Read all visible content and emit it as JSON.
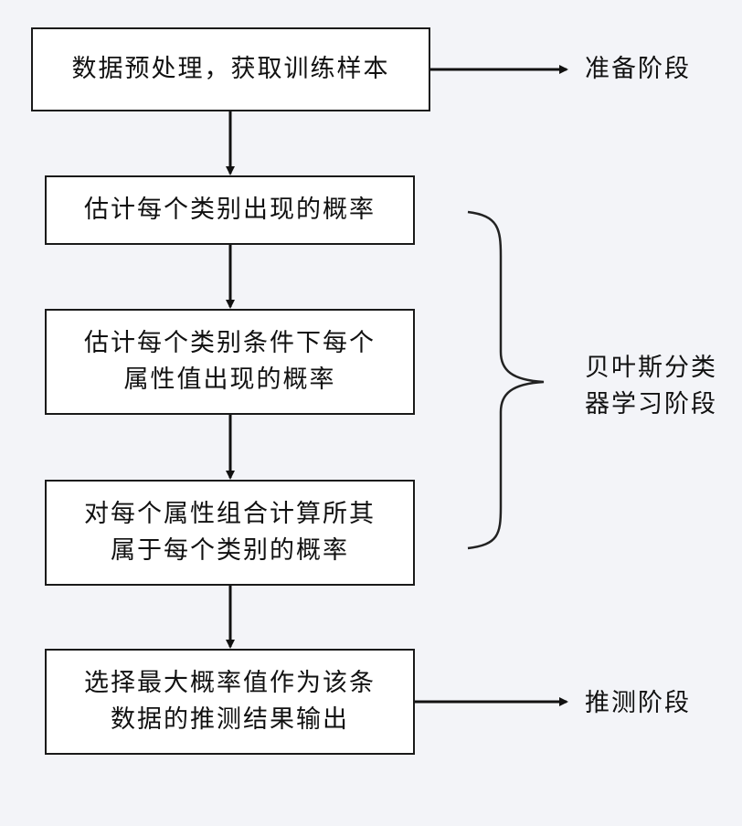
{
  "steps": [
    {
      "lines": [
        "数据预处理，获取训练样本"
      ]
    },
    {
      "lines": [
        "估计每个类别出现的概率"
      ]
    },
    {
      "lines": [
        "估计每个类别条件下每个",
        "属性值出现的概率"
      ]
    },
    {
      "lines": [
        "对每个属性组合计算所其",
        "属于每个类别的概率"
      ]
    },
    {
      "lines": [
        "选择最大概率值作为该条",
        "数据的推测结果输出"
      ]
    }
  ],
  "stages": {
    "prepare": "准备阶段",
    "learn": [
      "贝叶斯分类",
      "器学习阶段"
    ],
    "infer": "推测阶段"
  }
}
